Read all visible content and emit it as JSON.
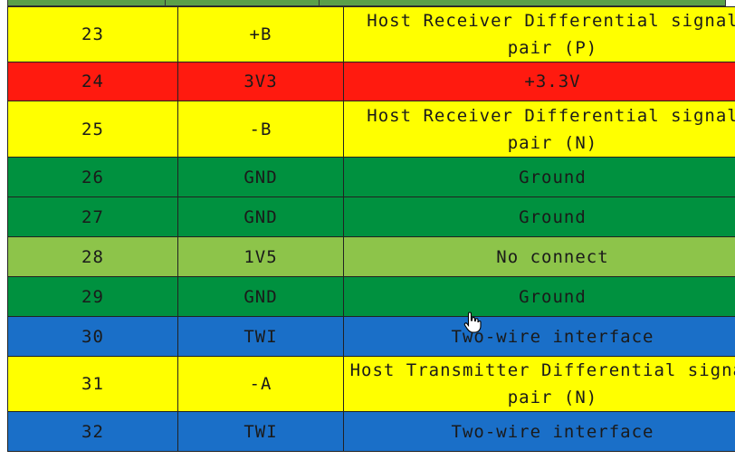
{
  "rows": [
    {
      "pin": "23",
      "signal": "+B",
      "description": "Host Receiver Differential signal pair (P)",
      "color": "#ffff00",
      "cls": "yellow",
      "height": 60
    },
    {
      "pin": "24",
      "signal": "3V3",
      "description": "+3.3V",
      "color": "#ff1a0f",
      "cls": "red",
      "height": 43
    },
    {
      "pin": "25",
      "signal": "-B",
      "description": "Host Receiver Differential signal pair (N)",
      "color": "#ffff00",
      "cls": "yellow",
      "height": 62
    },
    {
      "pin": "26",
      "signal": "GND",
      "description": "Ground",
      "color": "#00913f",
      "cls": "green",
      "height": 44
    },
    {
      "pin": "27",
      "signal": "GND",
      "description": "Ground",
      "color": "#00913f",
      "cls": "green",
      "height": 44
    },
    {
      "pin": "28",
      "signal": "1V5",
      "description": "No connect",
      "color": "#8dc44a",
      "cls": "lightgreen",
      "height": 44
    },
    {
      "pin": "29",
      "signal": "GND",
      "description": "Ground",
      "color": "#00913f",
      "cls": "green",
      "height": 44
    },
    {
      "pin": "30",
      "signal": "TWI",
      "description": "Two-wire interface",
      "color": "#1a6fc8",
      "cls": "blue",
      "height": 44
    },
    {
      "pin": "31",
      "signal": "-A",
      "description": "Host Transmitter Differential signal pair (N)",
      "color": "#ffff00",
      "cls": "yellow",
      "height": 60
    },
    {
      "pin": "32",
      "signal": "TWI",
      "description": "Two-wire interface",
      "color": "#1a6fc8",
      "cls": "blue",
      "height": 44
    }
  ],
  "cursor": {
    "icon": "hand-pointer-icon"
  }
}
